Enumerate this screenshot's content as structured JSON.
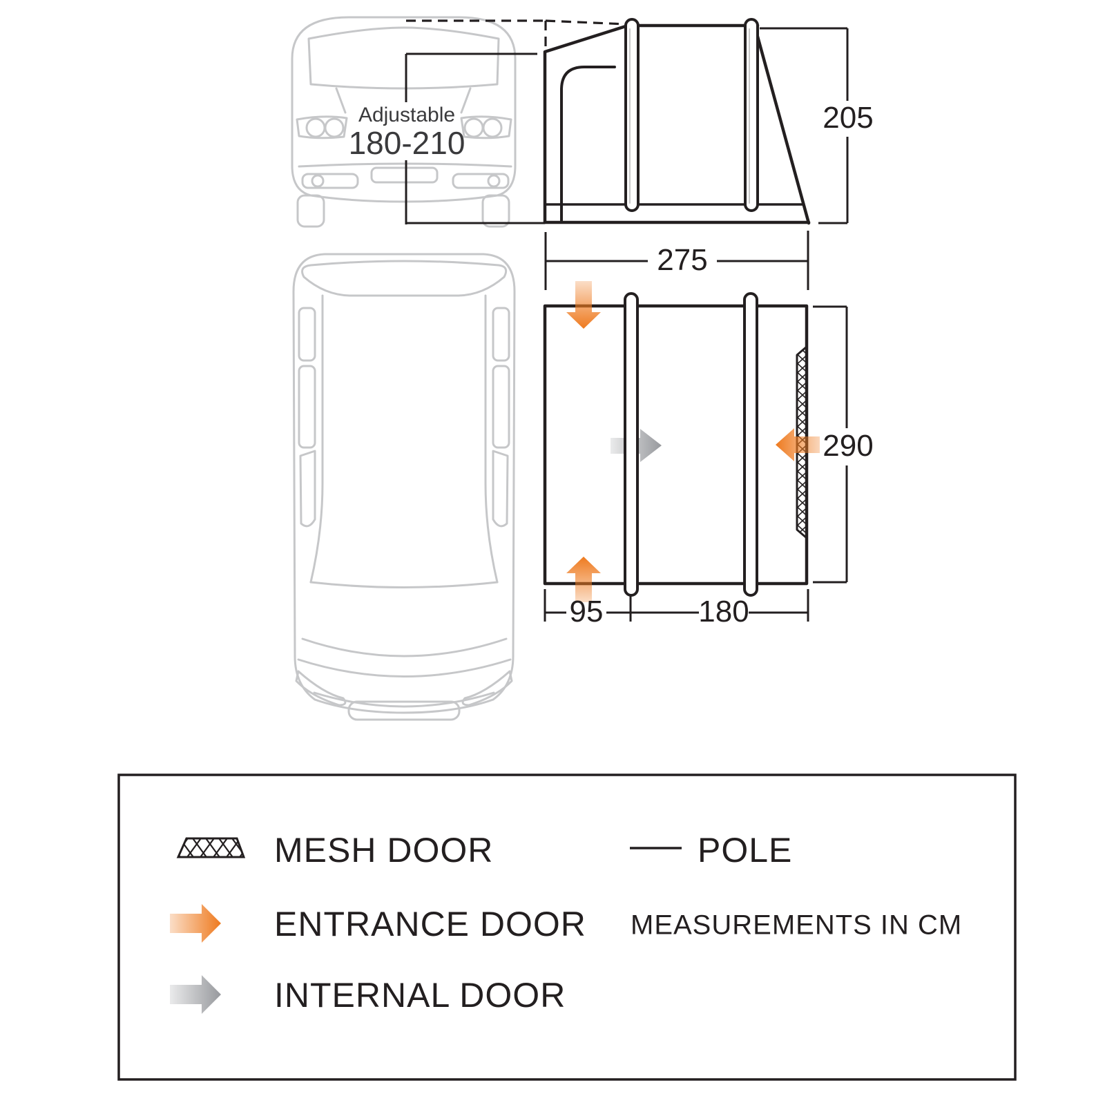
{
  "diagram": {
    "title_note": "awning-dimension-diagram",
    "vehicle_label": {
      "line1": "Adjustable",
      "line2": "180-210"
    },
    "dimensions": {
      "height": "205",
      "width": "275",
      "depth": "290",
      "front_left": "95",
      "front_right": "180"
    },
    "legend": {
      "mesh_door": "MESH DOOR",
      "pole": "POLE",
      "entrance_door": "ENTRANCE DOOR",
      "internal_door": "INTERNAL DOOR",
      "measurements": "MEASUREMENTS IN CM"
    },
    "colors": {
      "accent_orange": "#EE7A1F",
      "arrow_gray": "#97999D",
      "line_black": "#231F20",
      "vehicle_gray": "#C6C7C9"
    }
  }
}
